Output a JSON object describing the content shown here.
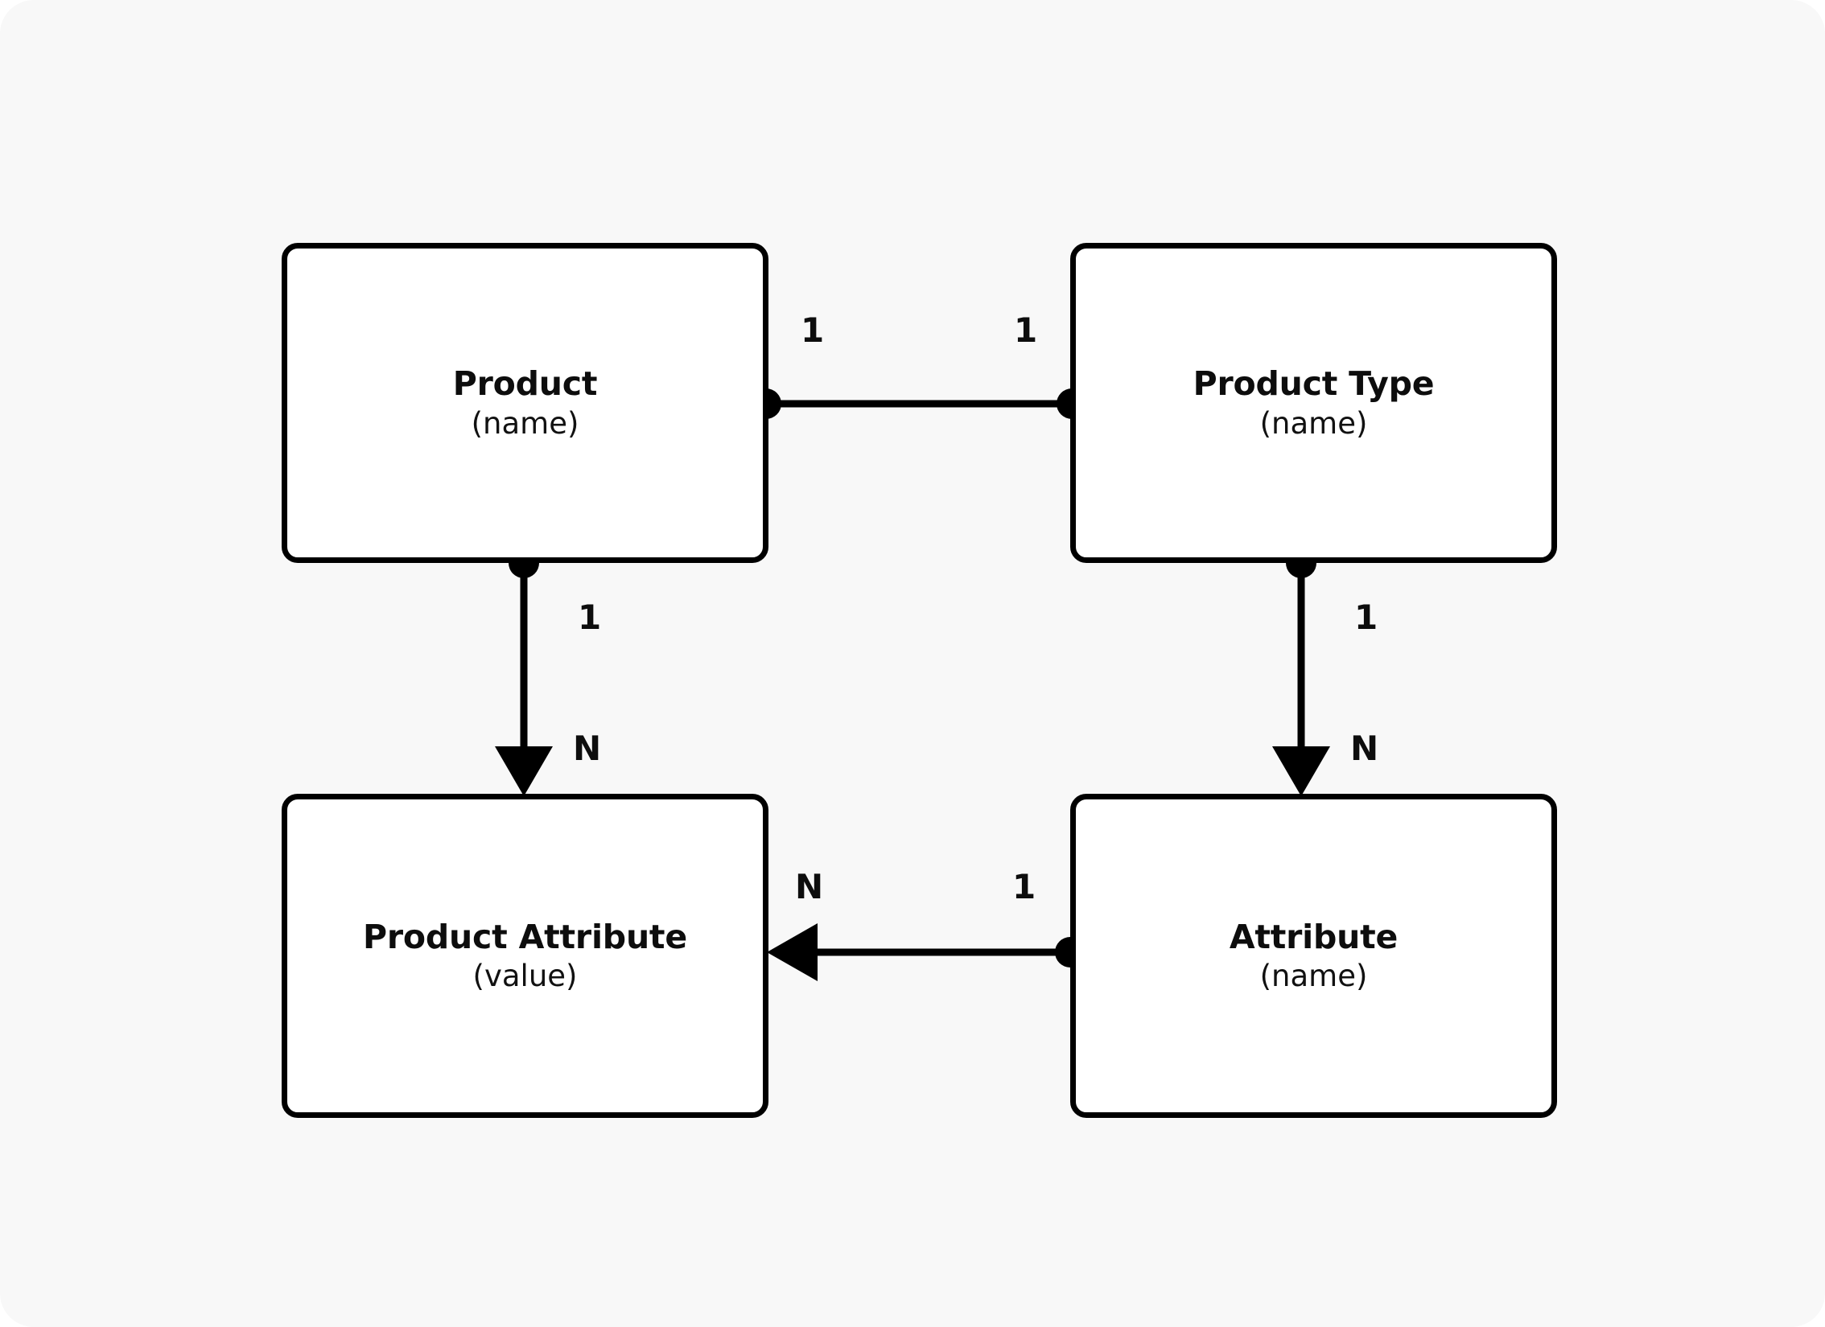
{
  "diagram": {
    "type": "entity-relationship-diagram",
    "background_color": "#f8f8f8",
    "box_fill_color": "#ffffff",
    "stroke_color": "#000000",
    "entities": [
      {
        "id": "product",
        "title": "Product",
        "subtitle": "(name)",
        "position": "top-left"
      },
      {
        "id": "product-type",
        "title": "Product Type",
        "subtitle": "(name)",
        "position": "top-right"
      },
      {
        "id": "product-attribute",
        "title": "Product Attribute",
        "subtitle": "(value)",
        "position": "bottom-left"
      },
      {
        "id": "attribute",
        "title": "Attribute",
        "subtitle": "(name)",
        "position": "bottom-right"
      }
    ],
    "relationships": [
      {
        "id": "product-to-product-type",
        "from": "product",
        "to": "product-type",
        "orientation": "horizontal",
        "from_cardinality": "1",
        "to_cardinality": "1",
        "from_endpoint": "dot",
        "to_endpoint": "dot"
      },
      {
        "id": "product-to-product-attribute",
        "from": "product",
        "to": "product-attribute",
        "orientation": "vertical",
        "from_cardinality": "1",
        "to_cardinality": "N",
        "from_endpoint": "dot",
        "to_endpoint": "arrow"
      },
      {
        "id": "product-type-to-attribute",
        "from": "product-type",
        "to": "attribute",
        "orientation": "vertical",
        "from_cardinality": "1",
        "to_cardinality": "N",
        "from_endpoint": "dot",
        "to_endpoint": "arrow"
      },
      {
        "id": "attribute-to-product-attribute",
        "from": "attribute",
        "to": "product-attribute",
        "orientation": "horizontal",
        "from_cardinality": "1",
        "to_cardinality": "N",
        "from_endpoint": "dot",
        "to_endpoint": "arrow"
      }
    ],
    "cardinality_labels": {
      "product_right": "1",
      "product_type_left": "1",
      "product_bottom": "1",
      "product_attribute_top": "N",
      "product_type_bottom": "1",
      "attribute_top": "N",
      "product_attribute_right": "N",
      "attribute_left": "1"
    }
  }
}
